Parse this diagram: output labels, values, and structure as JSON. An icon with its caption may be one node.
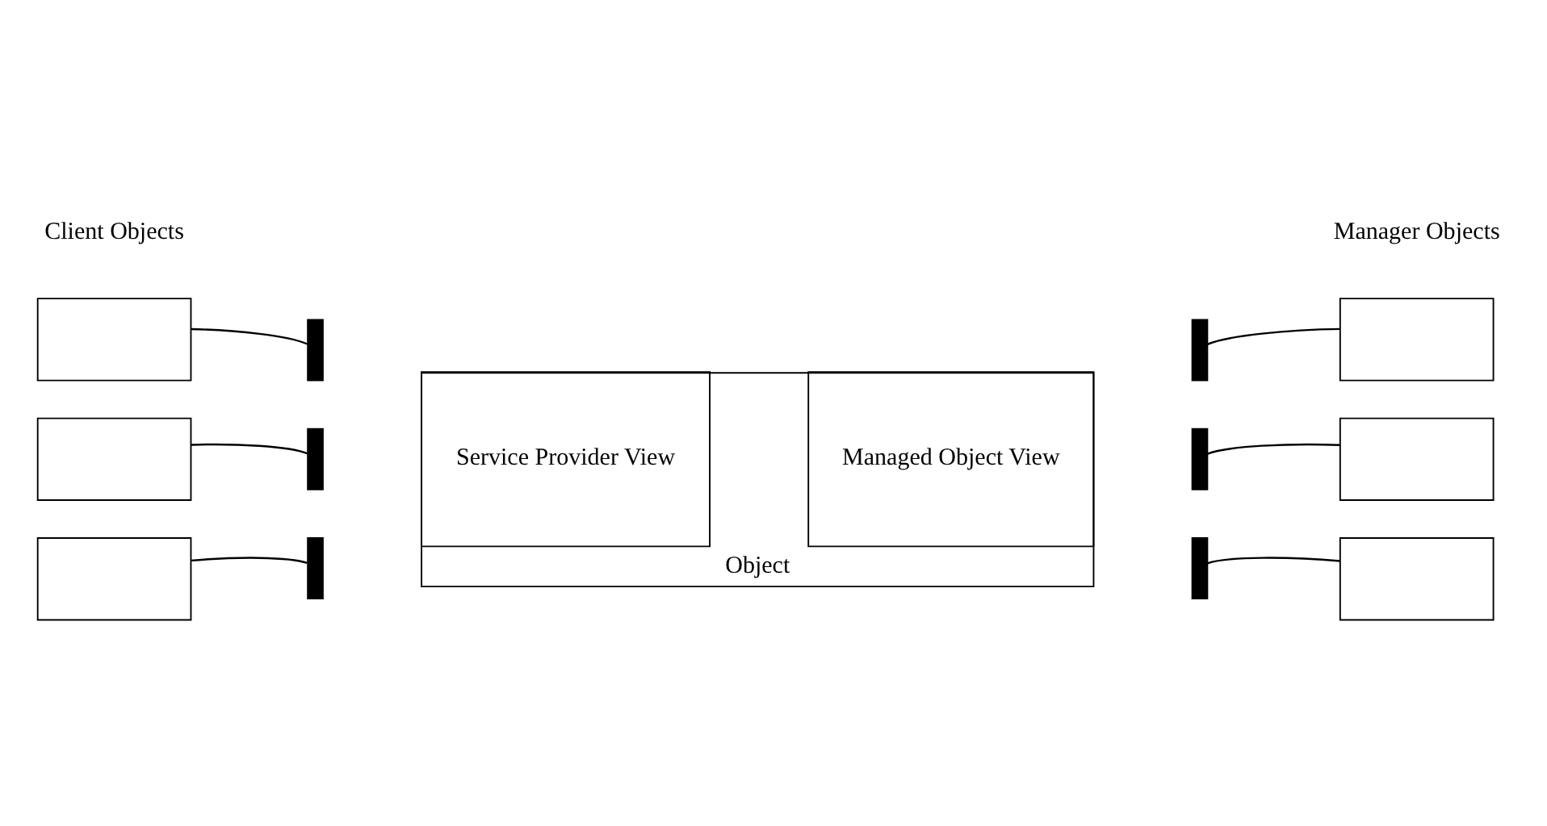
{
  "diagram": {
    "nodes": [
      {
        "text": [
          "Object"
        ]
      },
      {
        "text": [
          "Service Provider View"
        ],
        "in": 0
      },
      {
        "text": [
          "Managed Object View"
        ],
        "in": 0
      },
      {
        "text": [],
        "shape": "bar"
      },
      {
        "text": [],
        "shape": "bar"
      },
      {
        "text": [],
        "shape": "bar"
      },
      {
        "text": [],
        "shape": "bar"
      },
      {
        "text": [],
        "shape": "bar"
      },
      {
        "text": [],
        "shape": "bar"
      },
      {
        "text": [],
        "shape": "box"
      },
      {
        "text": [],
        "shape": "box"
      },
      {
        "text": [],
        "shape": "box"
      },
      {
        "text": [],
        "shape": "box"
      },
      {
        "text": [],
        "shape": "box"
      },
      {
        "text": [],
        "shape": "box"
      }
    ],
    "edges": [
      {
        "from": 9,
        "to": 3,
        "arrow": "none"
      },
      {
        "from": 10,
        "to": 4,
        "arrow": "none"
      },
      {
        "from": 11,
        "to": 5,
        "arrow": "none"
      },
      {
        "from": 12,
        "to": 6,
        "arrow": "none"
      },
      {
        "from": 13,
        "to": 7,
        "arrow": "none"
      },
      {
        "from": 14,
        "to": 8,
        "arrow": "none"
      }
    ],
    "labels": [
      "Client Objects",
      "Manager Objects"
    ]
  }
}
